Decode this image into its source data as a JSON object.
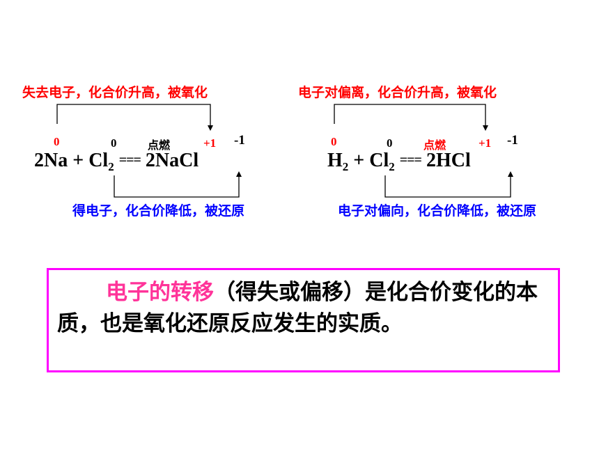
{
  "reaction1": {
    "top_note": "失去电子，化合价升高，被氧化",
    "bottom_note": "得电子，化合价降低，被还原",
    "na_coef_symbol": "2Na",
    "plus": "+",
    "cl": "Cl",
    "cl_sub": "2",
    "condition": "点燃",
    "equals": "===",
    "product": "2NaCl",
    "val_na": "0",
    "val_cl": "0",
    "val_na_product": "+1",
    "val_cl_product": "-1"
  },
  "reaction2": {
    "top_note": "电子对偏离，化合价升高，被氧化",
    "bottom_note": "电子对偏向，化合价降低，被还原",
    "h": "H",
    "h_sub": "2",
    "plus": "+",
    "cl": "Cl",
    "cl_sub": "2",
    "condition": "点燃",
    "equals": "===",
    "product": "2HCl",
    "val_h": "0",
    "val_cl": "0",
    "val_h_product": "+1",
    "val_cl_product": "-1"
  },
  "summary": {
    "highlight": "电子的转移",
    "rest": "（得失或偏移）是化合价变化的本质，也是氧化还原反应发生的实质。"
  },
  "colors": {
    "oxidation": "#ff0000",
    "reduction": "#0000ff",
    "box_border": "#ff00ff",
    "highlight": "#ff3399"
  }
}
